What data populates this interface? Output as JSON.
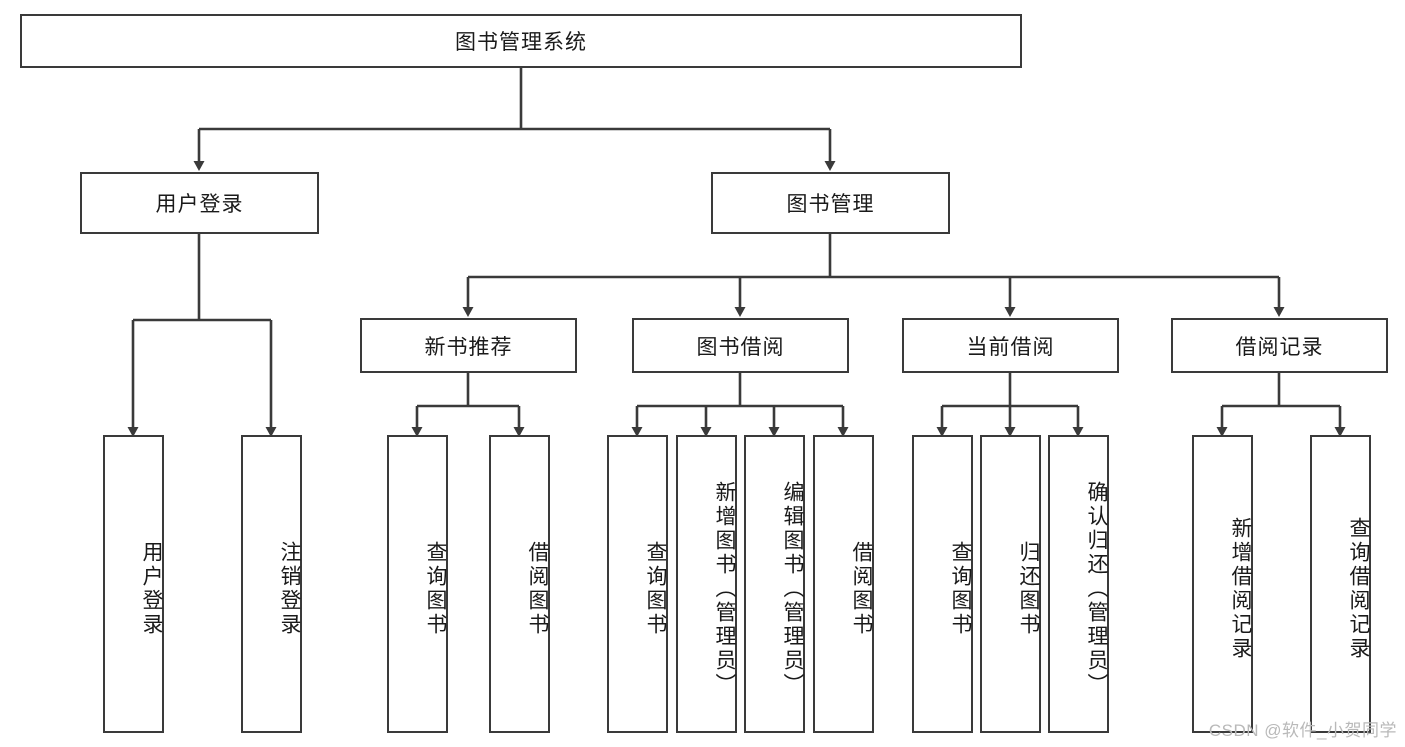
{
  "diagram": {
    "type": "tree-hierarchy",
    "title": "图书管理系统",
    "root": {
      "id": "root",
      "label": "图书管理系统",
      "orientation": "horizontal"
    },
    "level2": [
      {
        "id": "user-login",
        "label": "用户登录",
        "orientation": "horizontal"
      },
      {
        "id": "book-management",
        "label": "图书管理",
        "orientation": "horizontal"
      }
    ],
    "level3": [
      {
        "id": "new-book-recommend",
        "label": "新书推荐",
        "orientation": "horizontal",
        "parent": "book-management"
      },
      {
        "id": "book-borrow",
        "label": "图书借阅",
        "orientation": "horizontal",
        "parent": "book-management"
      },
      {
        "id": "current-borrow",
        "label": "当前借阅",
        "orientation": "horizontal",
        "parent": "book-management"
      },
      {
        "id": "borrow-record",
        "label": "借阅记录",
        "orientation": "horizontal",
        "parent": "book-management"
      }
    ],
    "leaves": [
      {
        "id": "leaf-user-login",
        "label": "用户登录",
        "parent": "user-login"
      },
      {
        "id": "leaf-user-logout",
        "label": "注销登录",
        "parent": "user-login"
      },
      {
        "id": "leaf-query-book-1",
        "label": "查询图书",
        "parent": "new-book-recommend"
      },
      {
        "id": "leaf-borrow-book-1",
        "label": "借阅图书",
        "parent": "new-book-recommend"
      },
      {
        "id": "leaf-query-book-2",
        "label": "查询图书",
        "parent": "book-borrow"
      },
      {
        "id": "leaf-add-book",
        "label": "新增图书（管理员）",
        "parent": "book-borrow"
      },
      {
        "id": "leaf-edit-book",
        "label": "编辑图书（管理员）",
        "parent": "book-borrow"
      },
      {
        "id": "leaf-borrow-book-2",
        "label": "借阅图书",
        "parent": "book-borrow"
      },
      {
        "id": "leaf-query-book-3",
        "label": "查询图书",
        "parent": "current-borrow"
      },
      {
        "id": "leaf-return-book",
        "label": "归还图书",
        "parent": "current-borrow"
      },
      {
        "id": "leaf-confirm-return",
        "label": "确认归还（管理员）",
        "parent": "current-borrow"
      },
      {
        "id": "leaf-add-record",
        "label": "新增借阅记录",
        "parent": "borrow-record"
      },
      {
        "id": "leaf-query-record",
        "label": "查询借阅记录",
        "parent": "borrow-record"
      }
    ]
  },
  "watermark": {
    "text": "CSDN @软件_小贺同学"
  },
  "colors": {
    "border": "#3a3a3a",
    "background": "#ffffff",
    "text": "#1a1a1a",
    "watermark": "#b9b9b9"
  }
}
